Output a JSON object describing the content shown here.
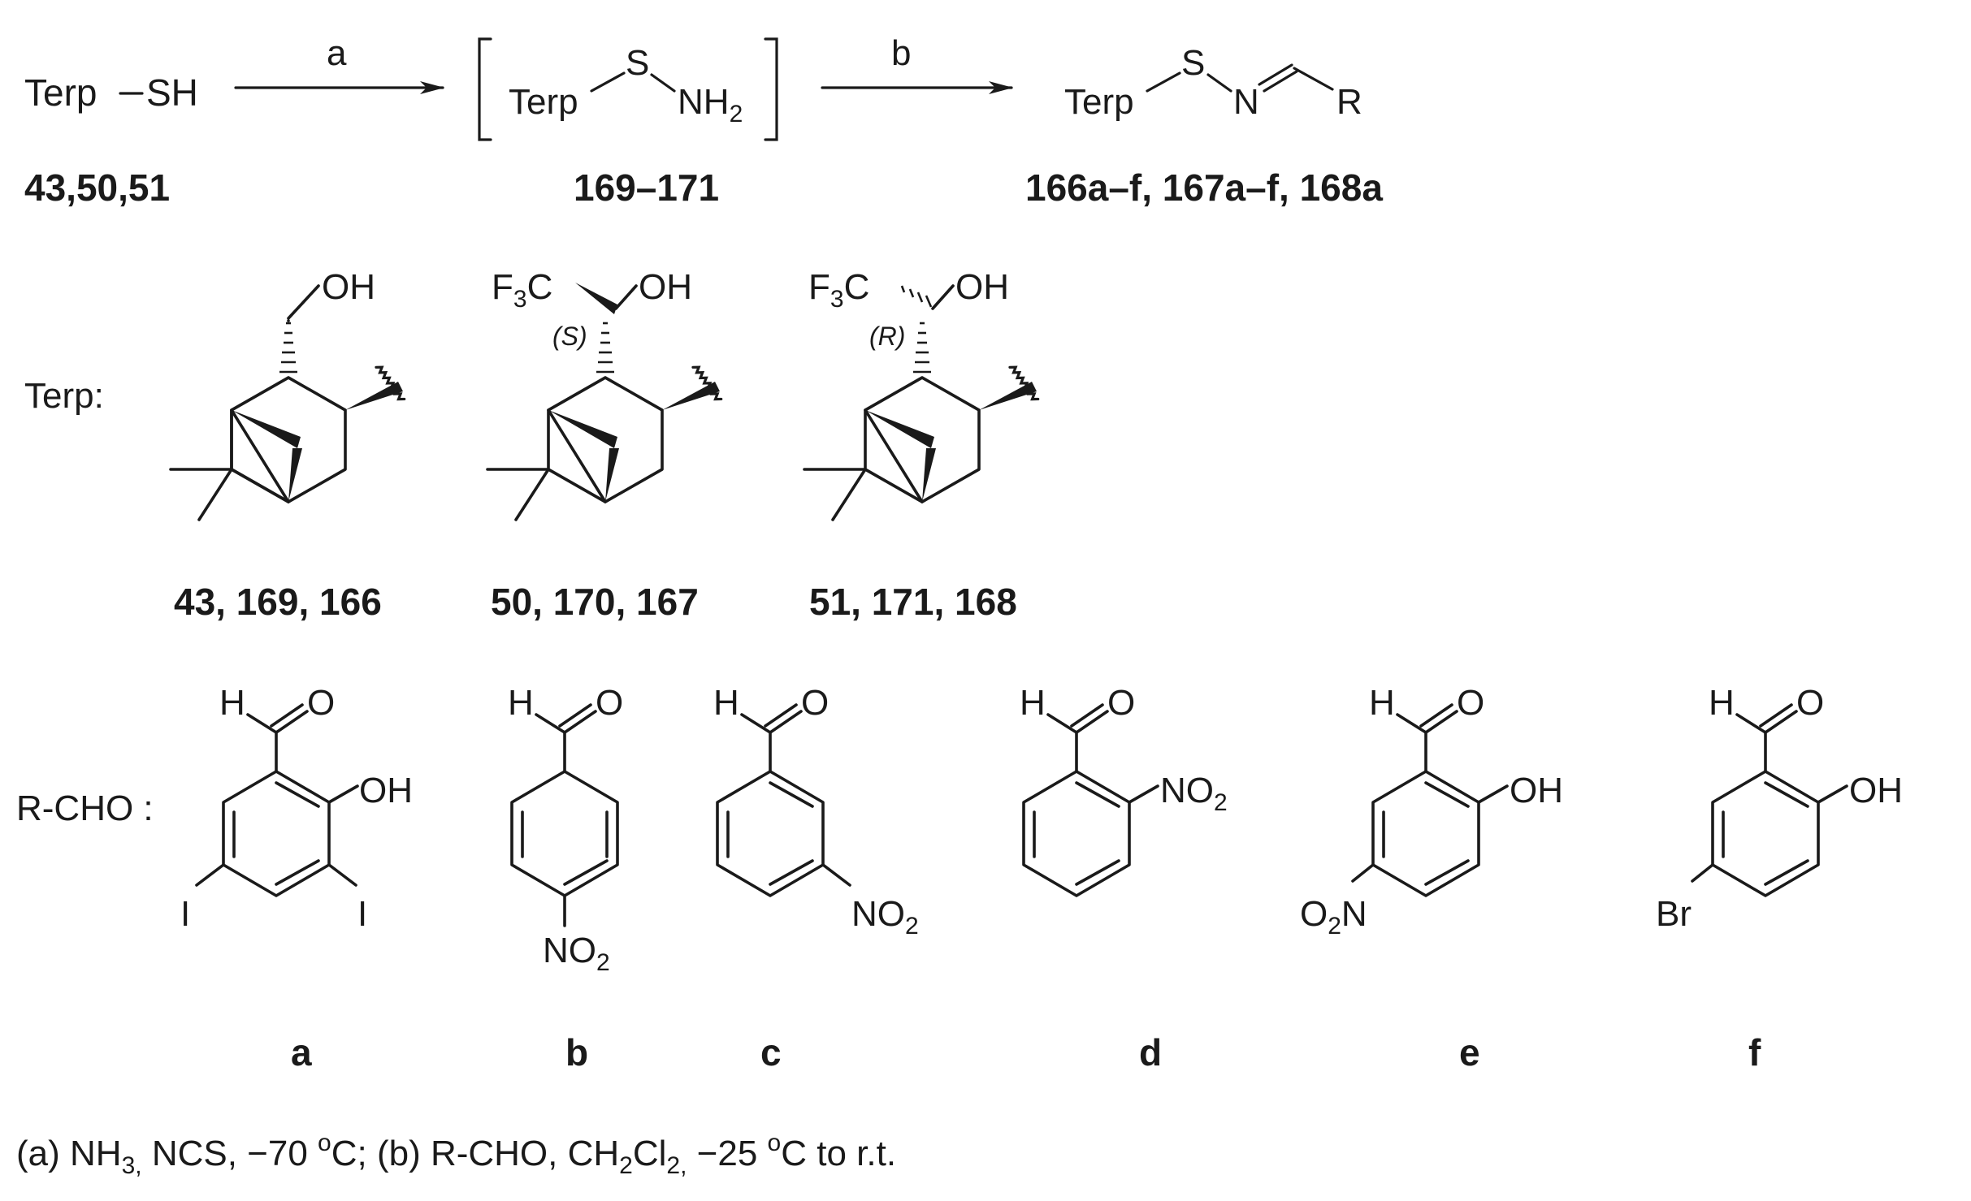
{
  "scheme": {
    "row1": {
      "reactant": {
        "text": "Terp",
        "group": "SH",
        "label": "43,50,51"
      },
      "arrow_a": "a",
      "intermediate": {
        "terp": "Terp",
        "s": "S",
        "n": "NH",
        "sub": "2",
        "label": "169–171"
      },
      "arrow_b": "b",
      "product": {
        "terp": "Terp",
        "s": "S",
        "n": "N",
        "r": "R",
        "label": "166a–f, 167a–f, 168a"
      }
    },
    "terp_row": {
      "title": "Terp:",
      "structures": [
        {
          "oh": "OH",
          "label": "43, 169, 166"
        },
        {
          "f3c": "F",
          "f3c_sub": "3",
          "c": "C",
          "oh": "OH",
          "stereo": "(S)",
          "label": "50, 170, 167"
        },
        {
          "f3c": "F",
          "f3c_sub": "3",
          "c": "C",
          "oh": "OH",
          "stereo": "(R)",
          "label": "51, 171, 168"
        }
      ]
    },
    "aldehydes": {
      "title": "R-CHO :",
      "items": [
        {
          "letter": "a",
          "h": "H",
          "o": "O",
          "oh": "OH",
          "i1": "I",
          "i2": "I"
        },
        {
          "letter": "b",
          "h": "H",
          "o": "O",
          "no2": "NO",
          "sub": "2"
        },
        {
          "letter": "c",
          "h": "H",
          "o": "O",
          "no2": "NO",
          "sub": "2"
        },
        {
          "letter": "d",
          "h": "H",
          "o": "O",
          "no2": "NO",
          "sub": "2"
        },
        {
          "letter": "e",
          "h": "H",
          "o": "O",
          "oh": "OH",
          "no2": "O",
          "sub": "2",
          "n": "N"
        },
        {
          "letter": "f",
          "h": "H",
          "o": "O",
          "oh": "OH",
          "br": "Br"
        }
      ]
    },
    "conditions": {
      "a_open": "(a) NH",
      "a_sub": "3,",
      "a_rest": " NCS, −70 ",
      "deg": "o",
      "c1": "C; (b) R-CHO, CH",
      "s2a": "2",
      "cl": "Cl",
      "s2b": "2,",
      "rest": " −25 ",
      "deg2": "o",
      "end": "C to r.t."
    }
  }
}
